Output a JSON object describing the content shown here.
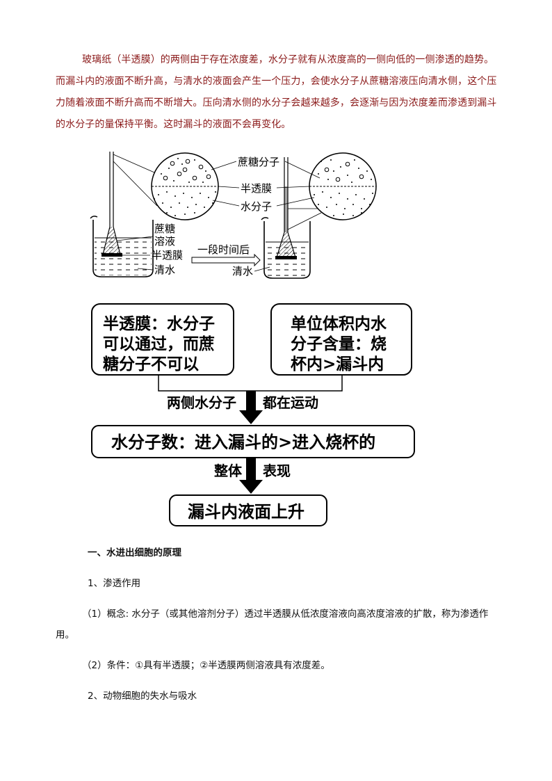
{
  "intro_paragraph": "玻璃纸（半透膜）的两侧由于存在浓度差，水分子就有从浓度高的一侧向低的一侧渗透的趋势。而漏斗内的液面不断升高，与清水的液面会产生一个压力，会使水分子从蔗糖溶液压向清水侧，这个压力随着液面不断升高而不断增大。压向清水侧的水分子会越来越多，会逐渐与因为浓度差而渗透到漏斗的水分子的量保持平衡。这时漏斗的液面不会再变化。",
  "figure": {
    "label_sucrose_molecule": "蔗糖分子",
    "label_membrane_center": "半透膜",
    "label_water_molecule": "水分子",
    "label_sucrose_solution_line1": "蔗糖",
    "label_sucrose_solution_line2": "溶液",
    "label_membrane_left": "半透膜",
    "label_water_left": "清水",
    "label_after_time": "一段时间后",
    "label_water_right": "清水"
  },
  "flow": {
    "box_left_lines": [
      "半透膜：水分子",
      "可以通过，而蔗",
      "糖分子不可以"
    ],
    "box_right_lines": [
      "单位体积内水",
      "分子含量：烧",
      "杯内>漏斗内"
    ],
    "arrow1_left": "两侧水分子",
    "arrow1_right": "都在运动",
    "box_middle": "水分子数：进入漏斗的>进入烧杯的",
    "arrow2_left": "整体",
    "arrow2_right": "表现",
    "box_bottom": "漏斗内液面上升"
  },
  "section": {
    "heading": "一、水进出细胞的原理",
    "item1_title": "1、渗透作用",
    "item1_concept": "（1）概念: 水分子（或其他溶剂分子）透过半透膜从低浓度溶液向高浓度溶液的扩散，称为渗透作用。",
    "item1_condition": "（2）条件：①具有半透膜；②半透膜两侧溶液具有浓度差。",
    "item2_title": "2、动物细胞的失水与吸水"
  }
}
